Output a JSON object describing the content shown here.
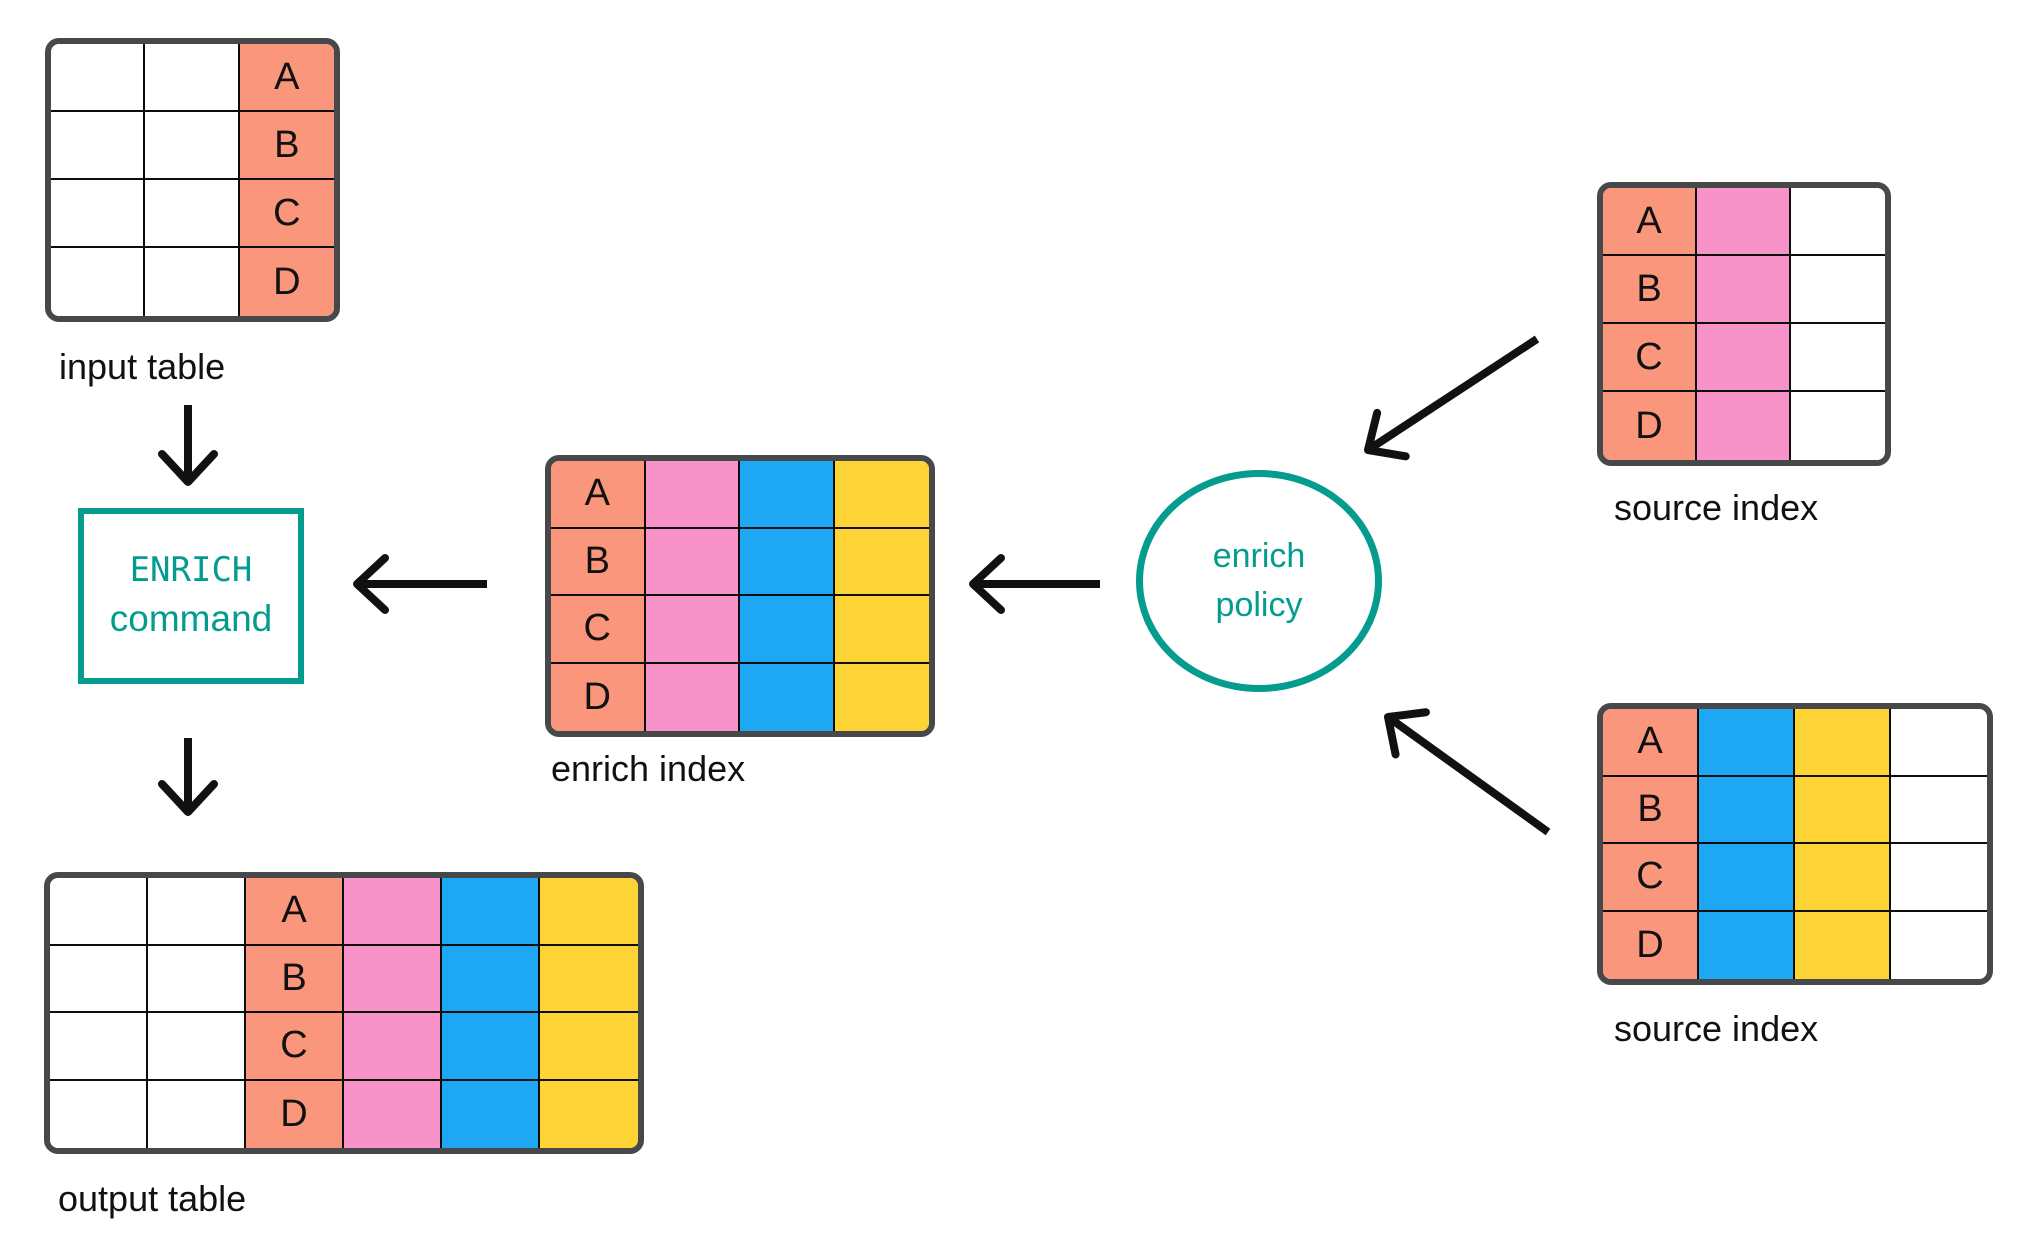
{
  "colors": {
    "salmon": "#F9967C",
    "pink": "#F893C9",
    "blue": "#1EA7F3",
    "yellow": "#FDD335",
    "teal": "#049C8E",
    "outline": "#47484A",
    "grid_line": "#0D0D0D",
    "text": "#111111",
    "arrow": "#111111",
    "white": "#FFFFFF"
  },
  "row_letters": [
    "A",
    "B",
    "C",
    "D"
  ],
  "tables": [
    {
      "id": "input-table",
      "label": "input table",
      "columns": [
        "white",
        "white",
        "salmon"
      ],
      "lettered_column": 2
    },
    {
      "id": "enrich-index",
      "label": "enrich index",
      "columns": [
        "salmon",
        "pink",
        "blue",
        "yellow"
      ],
      "lettered_column": 0
    },
    {
      "id": "source-index-top",
      "label": "source index",
      "columns": [
        "salmon",
        "pink",
        "white"
      ],
      "lettered_column": 0
    },
    {
      "id": "source-index-bottom",
      "label": "source index",
      "columns": [
        "salmon",
        "blue",
        "yellow",
        "white"
      ],
      "lettered_column": 0
    },
    {
      "id": "output-table",
      "label": "output table",
      "columns": [
        "white",
        "white",
        "salmon",
        "pink",
        "blue",
        "yellow"
      ],
      "lettered_column": 2
    }
  ],
  "enrich_command": {
    "line1": "ENRICH",
    "line2": "command"
  },
  "enrich_policy": {
    "line1": "enrich",
    "line2": "policy"
  }
}
